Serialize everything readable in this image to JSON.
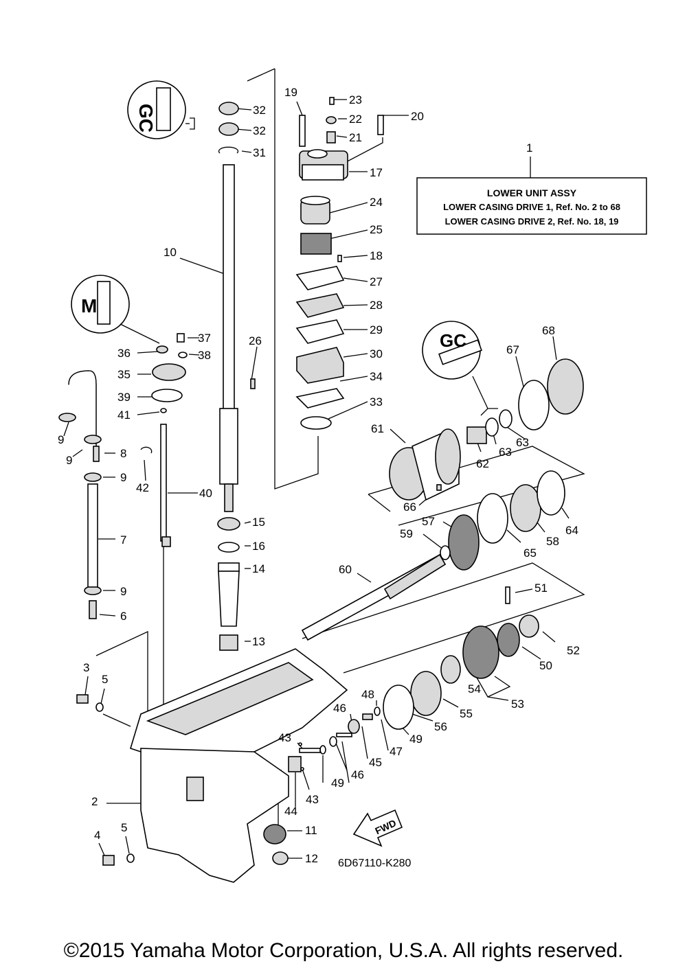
{
  "assy_box": {
    "title": "LOWER UNIT ASSY",
    "line1": "LOWER CASING DRIVE 1,  Ref. No. 2 to 68",
    "line2": "LOWER CASING DRIVE 2,  Ref. No. 18, 19"
  },
  "drawing_code": "6D67110-K280",
  "fwd_label": "FWD",
  "copyright": "©2015 Yamaha Motor Corporation, U.S.A. All rights reserved.",
  "labels": {
    "n1": "1",
    "n2": "2",
    "n3": "3",
    "n4": "4",
    "n5a": "5",
    "n5b": "5",
    "n6": "6",
    "n7": "7",
    "n8": "8",
    "n9a": "9",
    "n9b": "9",
    "n9c": "9",
    "n9d": "9",
    "n10": "10",
    "n11": "11",
    "n12": "12",
    "n13": "13",
    "n14": "14",
    "n15": "15",
    "n16": "16",
    "n17": "17",
    "n18": "18",
    "n19": "19",
    "n20": "20",
    "n21": "21",
    "n22": "22",
    "n23": "23",
    "n24": "24",
    "n25": "25",
    "n26": "26",
    "n27": "27",
    "n28": "28",
    "n29": "29",
    "n30": "30",
    "n31": "31",
    "n32a": "32",
    "n32b": "32",
    "n33": "33",
    "n34": "34",
    "n35": "35",
    "n36": "36",
    "n37": "37",
    "n38": "38",
    "n39": "39",
    "n40": "40",
    "n41": "41",
    "n42": "42",
    "n43a": "43",
    "n43b": "43",
    "n44": "44",
    "n45": "45",
    "n46a": "46",
    "n46b": "46",
    "n47": "47",
    "n48": "48",
    "n49a": "49",
    "n49b": "49",
    "n50": "50",
    "n51": "51",
    "n52": "52",
    "n53": "53",
    "n54": "54",
    "n55": "55",
    "n56": "56",
    "n57": "57",
    "n58": "58",
    "n59": "59",
    "n60": "60",
    "n61": "61",
    "n62": "62",
    "n63a": "63",
    "n63b": "63",
    "n64": "64",
    "n65": "65",
    "n66": "66",
    "n67": "67",
    "n68": "68"
  }
}
